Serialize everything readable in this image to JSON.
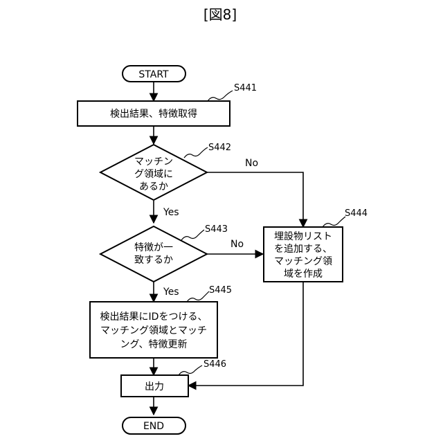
{
  "figure_label": "[図8]",
  "nodes": {
    "start": "START",
    "s441": "検出結果、特徴取得",
    "s442": [
      "マッチン",
      "グ領域に",
      "あるか"
    ],
    "s443": [
      "特徴が一",
      "致するか"
    ],
    "s444": [
      "埋設物リスト",
      "を追加する、",
      "マッチング領",
      "域を作成"
    ],
    "s445": [
      "検出結果にIDをつける、",
      "マッチング領域とマッチ",
      "ング、特徴更新"
    ],
    "s446": "出力",
    "end": "END"
  },
  "step_labels": {
    "s441": "S441",
    "s442": "S442",
    "s443": "S443",
    "s444": "S444",
    "s445": "S445",
    "s446": "S446"
  },
  "edge_labels": {
    "s442_no": "No",
    "s442_yes": "Yes",
    "s443_no": "No",
    "s443_yes": "Yes"
  }
}
